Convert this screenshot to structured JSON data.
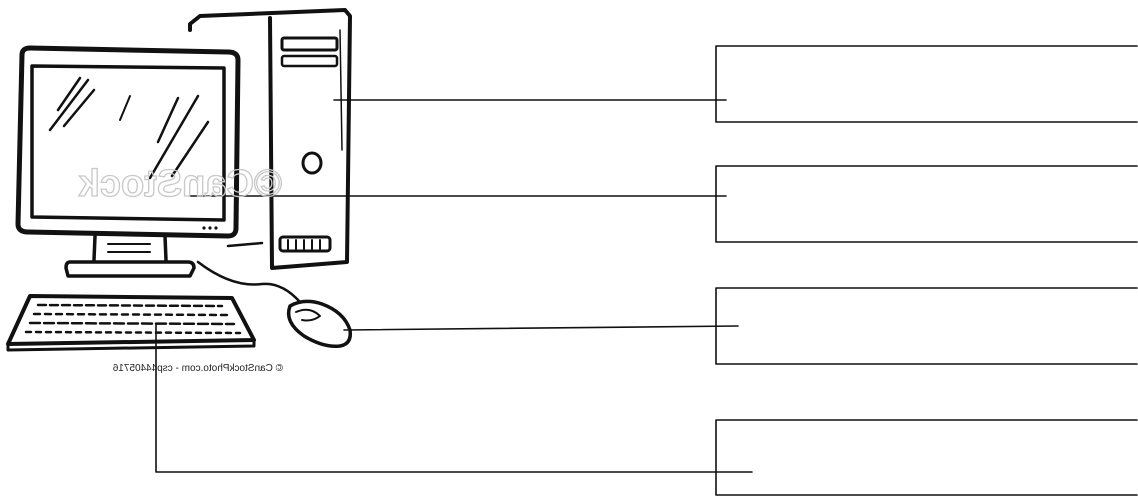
{
  "diagram": {
    "credit_text": "© CanStockPhoto.com - csp44405716",
    "watermark_text": "©CanStock",
    "label_boxes": [
      {
        "name": "label-box-system-unit",
        "points_to": "system-unit",
        "value": ""
      },
      {
        "name": "label-box-monitor",
        "points_to": "monitor",
        "value": ""
      },
      {
        "name": "label-box-mouse",
        "points_to": "mouse",
        "value": ""
      },
      {
        "name": "label-box-keyboard",
        "points_to": "keyboard",
        "value": ""
      }
    ],
    "colors": {
      "line": "#111111",
      "watermark": "#c8c8c8",
      "background": "#ffffff"
    }
  }
}
